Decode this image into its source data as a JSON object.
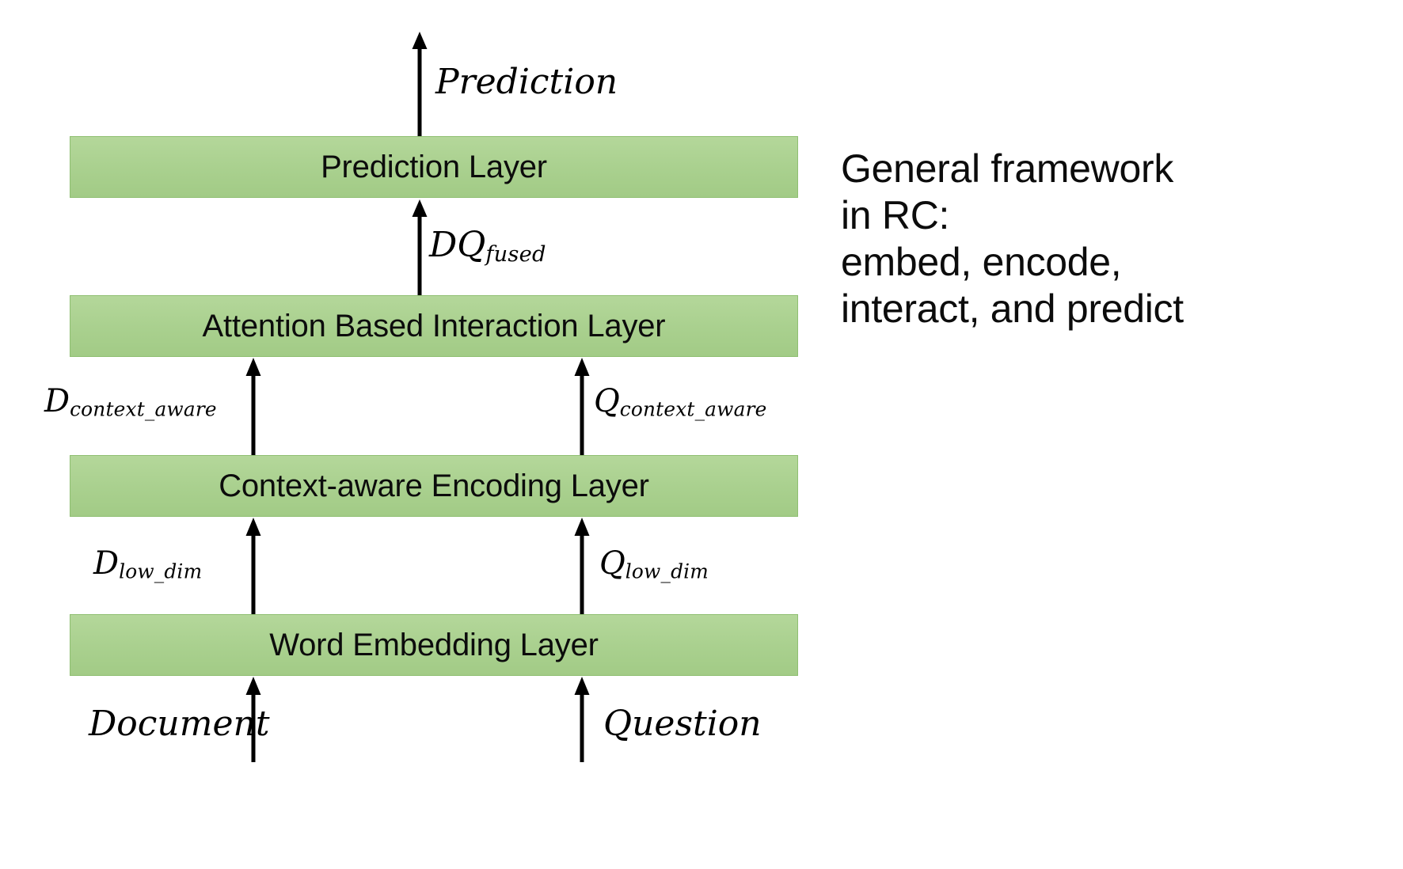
{
  "diagram": {
    "title": "General framework in RC",
    "background_color": "#ffffff",
    "box_fill_color": "#a9d08e",
    "box_border_color": "#8fbf72",
    "arrow_color": "#000000",
    "text_color": "#0c0c0c",
    "layers": [
      {
        "id": "prediction-layer",
        "label": "Prediction Layer"
      },
      {
        "id": "attention-layer",
        "label": "Attention Based Interaction Layer"
      },
      {
        "id": "context-aware-layer",
        "label": "Context-aware Encoding Layer"
      },
      {
        "id": "word-embedding-layer",
        "label": "Word Embedding Layer"
      }
    ],
    "flow_labels": {
      "prediction": {
        "base": "Prediction",
        "sub": ""
      },
      "dq_fused": {
        "base": "DQ",
        "sub": "fused"
      },
      "d_context_aware": {
        "base": "D",
        "sub": "context_aware"
      },
      "q_context_aware": {
        "base": "Q",
        "sub": "context_aware"
      },
      "d_low_dim": {
        "base": "D",
        "sub": "low_dim"
      },
      "q_low_dim": {
        "base": "Q",
        "sub": "low_dim"
      },
      "document": {
        "base": "Document",
        "sub": ""
      },
      "question": {
        "base": "Question",
        "sub": ""
      }
    },
    "caption": {
      "lines": [
        "General framework",
        "in RC:",
        "embed, encode,",
        "interact, and predict"
      ]
    }
  }
}
